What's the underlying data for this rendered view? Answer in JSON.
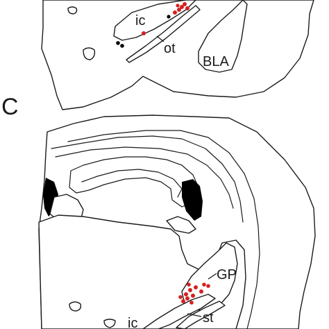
{
  "panel_label": "C",
  "top_section": {
    "labels": {
      "ic": "ic",
      "ot": "ot",
      "bla": "BLA"
    }
  },
  "bottom_section": {
    "labels": {
      "gp": "GP",
      "st": "st",
      "ic": "ic"
    }
  },
  "colors": {
    "outline": "#1a1a1a",
    "ventricle_fill": "#000000",
    "labeled_cell": "#d62020",
    "unlabeled_cell": "#000000"
  }
}
